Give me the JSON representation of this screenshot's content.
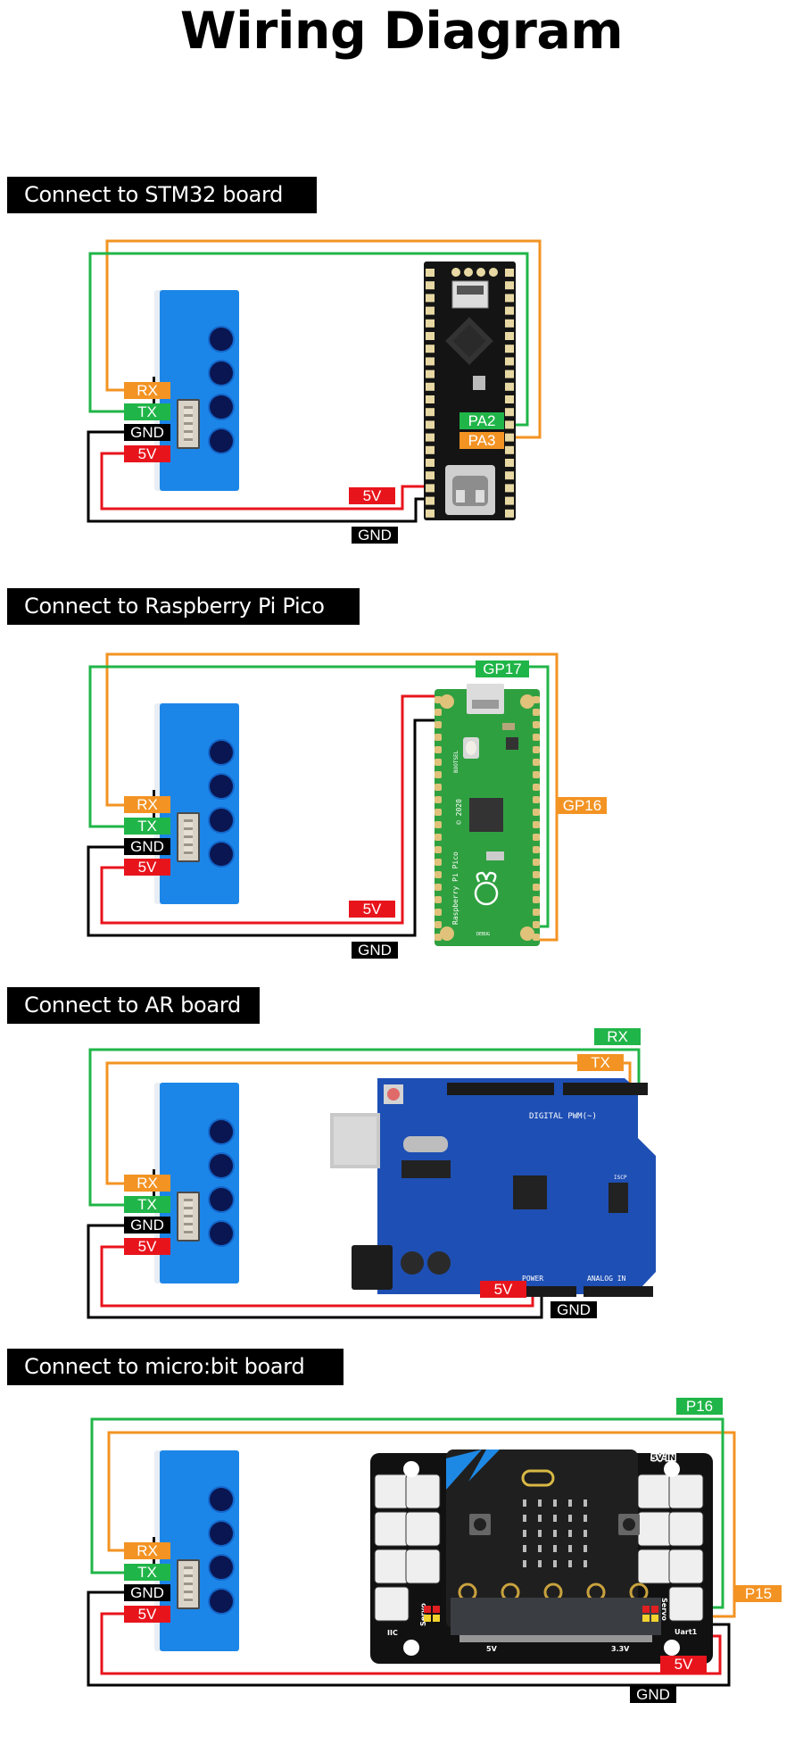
{
  "title": "Wiring Diagram",
  "colors": {
    "rx_wire": "#F39323",
    "tx_wire": "#20B548",
    "gnd_wire": "#000000",
    "vcc_wire": "#E8141C",
    "module": "#1C86E8"
  },
  "module_pins": [
    "RX",
    "TX",
    "GND",
    "5V"
  ],
  "sections": [
    {
      "header": "Connect to STM32 board",
      "board": "STM32",
      "pins": {
        "module_rx": "PA3",
        "module_tx": "PA2",
        "vcc": "5V",
        "gnd": "GND"
      }
    },
    {
      "header": "Connect to Raspberry Pi Pico",
      "board": "Raspberry Pi Pico",
      "pins": {
        "module_rx": "GP16",
        "module_tx": "GP17",
        "vcc": "5V",
        "gnd": "GND"
      },
      "board_text": {
        "silk": "Raspberry Pi Pico",
        "year": "© 2020",
        "bootsel": "BOOTSEL",
        "debug": "DEBUG"
      }
    },
    {
      "header": "Connect to AR board",
      "board": "AR (UNO-compatible)",
      "pins": {
        "module_rx": "TX",
        "module_tx": "RX",
        "vcc": "5V",
        "gnd": "GND"
      },
      "board_text": {
        "digital": "DIGITAL PWM(~)",
        "power": "POWER",
        "analog": "ANALOG IN",
        "icsp": "ISCP"
      }
    },
    {
      "header": "Connect to micro:bit board",
      "board": "micro:bit expansion board",
      "pins": {
        "module_rx": "P15",
        "module_tx": "P16",
        "vcc": "5V",
        "gnd": "GND"
      },
      "board_text": {
        "power_in": "5V-IN",
        "uart": "Uart1",
        "iic": "IIC",
        "servo": "Servo",
        "v5": "5V",
        "v33": "3.3V"
      }
    }
  ]
}
